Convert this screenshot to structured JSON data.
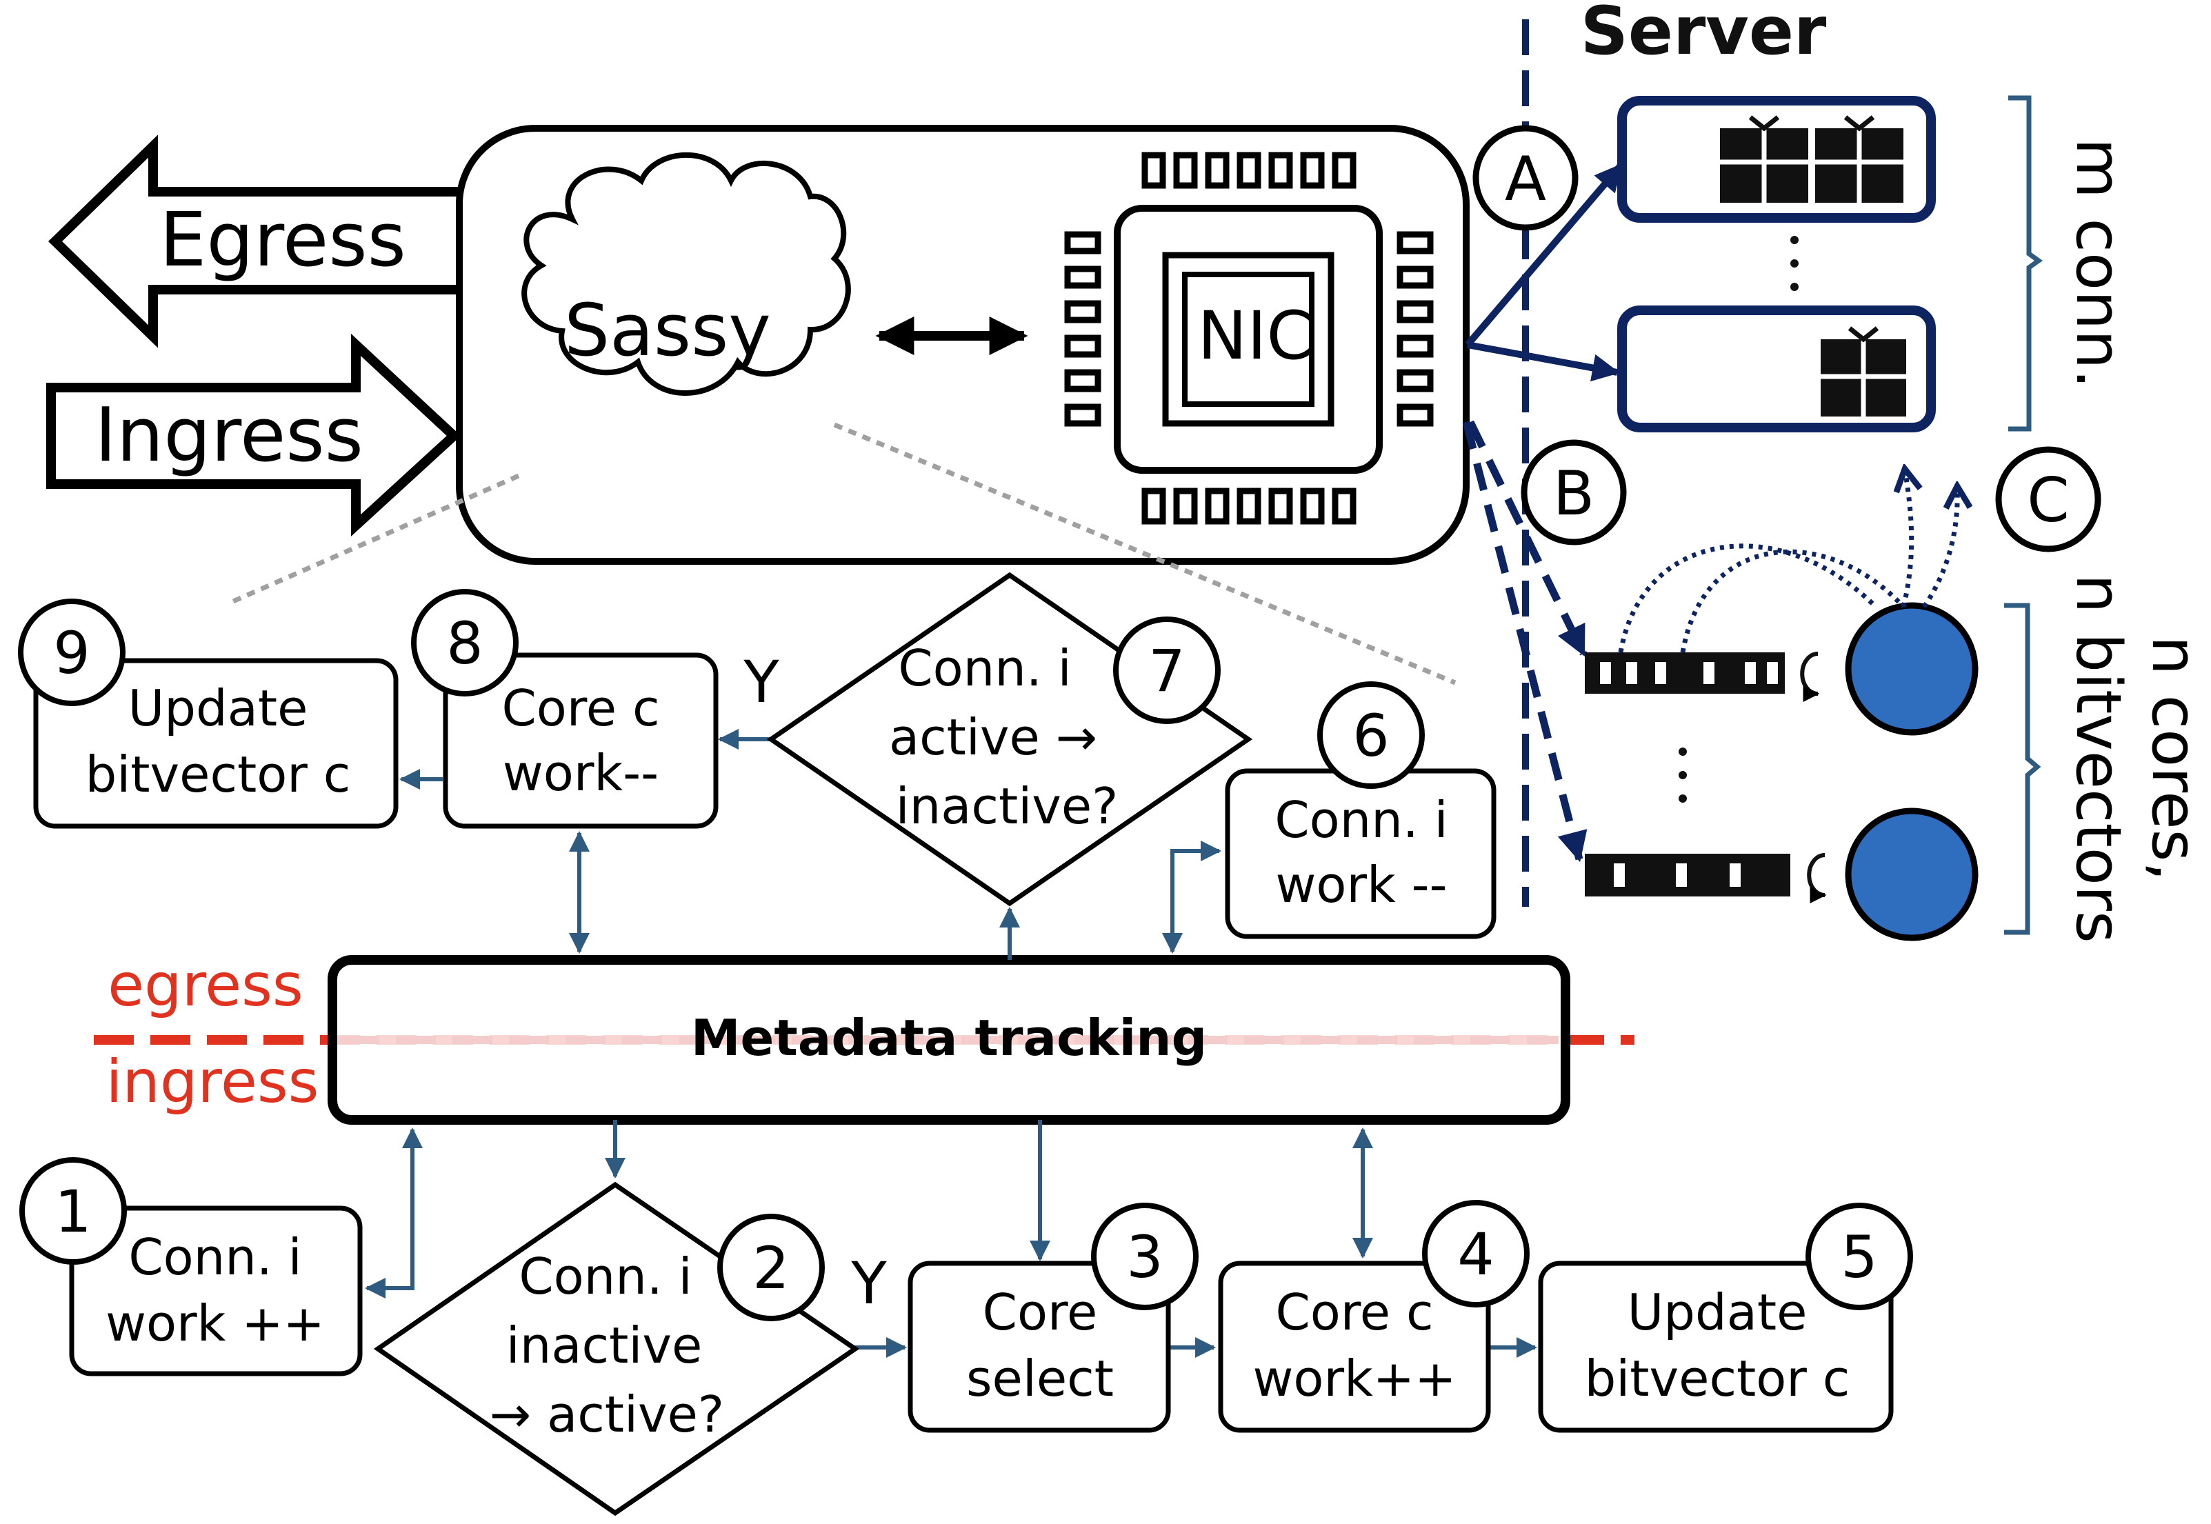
{
  "server": {
    "title": "Server"
  },
  "nic_box": {
    "sassy_label": "Sassy",
    "nic_label": "NIC"
  },
  "flows": {
    "egress": "Egress",
    "ingress": "Ingress"
  },
  "markers": {
    "a": "A",
    "b": "B",
    "c": "C"
  },
  "brackets": {
    "connections": "m conn.",
    "cores_line1": "n cores,",
    "cores_line2": "n bitvectors"
  },
  "metadata": {
    "label": "Metadata tracking",
    "egress_label": "egress",
    "ingress_label": "ingress"
  },
  "steps": [
    {
      "num": "1",
      "lines": [
        "Conn. i",
        "work ++"
      ]
    },
    {
      "num": "2",
      "lines": [
        "Conn. i",
        "inactive",
        "→ active?"
      ]
    },
    {
      "num": "3",
      "lines": [
        "Core",
        "select"
      ]
    },
    {
      "num": "4",
      "lines": [
        "Core c",
        "work++"
      ]
    },
    {
      "num": "5",
      "lines": [
        "Update",
        "bitvector c"
      ]
    },
    {
      "num": "6",
      "lines": [
        "Conn. i",
        "work --"
      ]
    },
    {
      "num": "7",
      "lines": [
        "Conn. i",
        "active →",
        "inactive?"
      ]
    },
    {
      "num": "8",
      "lines": [
        "Core c",
        "work--"
      ]
    },
    {
      "num": "9",
      "lines": [
        "Update",
        "bitvector c"
      ]
    }
  ],
  "yes_labels": {
    "ingress": "Y",
    "egress": "Y"
  },
  "colors": {
    "server_blue": "#0e2461",
    "flow_arrow": "#2e5b7f",
    "core_fill": "#2f6ebf",
    "egress_red": "#e0321e",
    "dotted_gray": "#a0a0a0"
  }
}
